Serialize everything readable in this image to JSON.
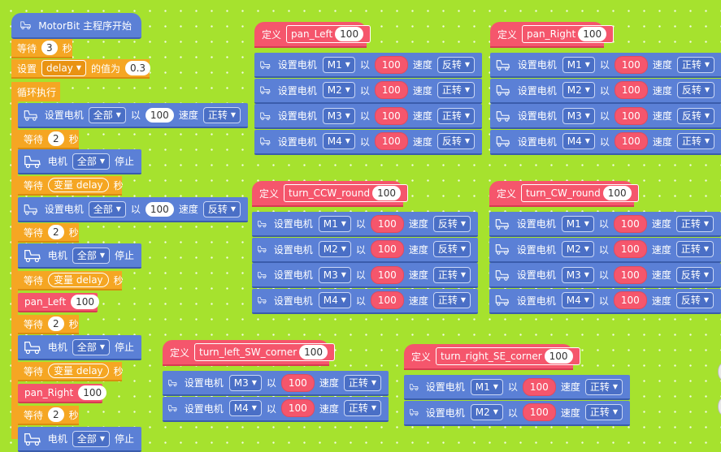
{
  "main": {
    "hat_label": "MotorBit 主程序开始",
    "wait": "等待",
    "sec": "秒",
    "set": "设置",
    "value_of": "的值为",
    "loop": "循环执行",
    "set_motor": "设置电机",
    "motor": "电机",
    "at": "以",
    "speed": "速度",
    "stop": "停止",
    "variable": "变量",
    "var_name": "delay",
    "all": "全部",
    "forward": "正转",
    "reverse": "反转",
    "wait1": "3",
    "set_value": "0.3",
    "speed_val": "100",
    "wait2": "2",
    "call_pan_left": "pan_Left",
    "call_pan_right": "pan_Right",
    "call_arg": "100",
    "partial_label": "电机",
    "partial_dd": "全部",
    "partial_stop": "停止"
  },
  "define_label": "定义",
  "speed_word": "速度",
  "at_word": "以",
  "set_motor_word": "设置电机",
  "functions": [
    {
      "name": "pan_Left",
      "arg": "100",
      "rows": [
        {
          "motor": "M1",
          "speed": "100",
          "dir": "反转"
        },
        {
          "motor": "M2",
          "speed": "100",
          "dir": "正转"
        },
        {
          "motor": "M3",
          "speed": "100",
          "dir": "正转"
        },
        {
          "motor": "M4",
          "speed": "100",
          "dir": "反转"
        }
      ]
    },
    {
      "name": "pan_Right",
      "arg": "100",
      "rows": [
        {
          "motor": "M1",
          "speed": "100",
          "dir": "正转"
        },
        {
          "motor": "M2",
          "speed": "100",
          "dir": "反转"
        },
        {
          "motor": "M3",
          "speed": "100",
          "dir": "反转"
        },
        {
          "motor": "M4",
          "speed": "100",
          "dir": "正转"
        }
      ]
    },
    {
      "name": "turn_CCW_round",
      "arg": "100",
      "rows": [
        {
          "motor": "M1",
          "speed": "100",
          "dir": "反转"
        },
        {
          "motor": "M2",
          "speed": "100",
          "dir": "反转"
        },
        {
          "motor": "M3",
          "speed": "100",
          "dir": "正转"
        },
        {
          "motor": "M4",
          "speed": "100",
          "dir": "正转"
        }
      ]
    },
    {
      "name": "turn_CW_round",
      "arg": "100",
      "rows": [
        {
          "motor": "M1",
          "speed": "100",
          "dir": "正转"
        },
        {
          "motor": "M2",
          "speed": "100",
          "dir": "正转"
        },
        {
          "motor": "M3",
          "speed": "100",
          "dir": "反转"
        },
        {
          "motor": "M4",
          "speed": "100",
          "dir": "反转"
        }
      ]
    },
    {
      "name": "turn_left_SW_corner",
      "arg": "100",
      "rows": [
        {
          "motor": "M3",
          "speed": "100",
          "dir": "正转"
        },
        {
          "motor": "M4",
          "speed": "100",
          "dir": "正转"
        }
      ]
    },
    {
      "name": "turn_right_SE_corner",
      "arg": "100",
      "rows": [
        {
          "motor": "M1",
          "speed": "100",
          "dir": "正转"
        },
        {
          "motor": "M2",
          "speed": "100",
          "dir": "正转"
        }
      ]
    }
  ],
  "colors": {
    "canvas": "#a6e22e",
    "motor_block": "#5b80d6",
    "control_block": "#f5a623",
    "function_block": "#f5566c"
  },
  "icons": [
    "robot-car-icon",
    "dropdown-caret-icon"
  ]
}
